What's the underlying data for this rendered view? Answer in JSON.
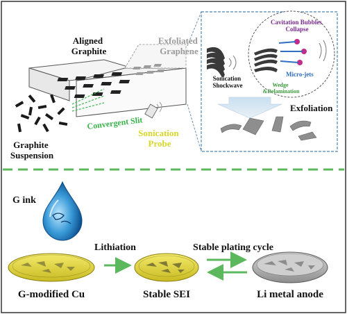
{
  "top_panel": {
    "aligned_graphite": [
      "Aligned",
      "Graphite"
    ],
    "exfoliated_graphene": [
      "Exfoliated",
      "Graphene"
    ],
    "graphite_suspension": [
      "Graphite",
      "Suspension"
    ],
    "convergent_slit": "Convergent Slit",
    "sonication_probe": [
      "Sonication",
      "Probe"
    ],
    "sonication_shockwave": [
      "Sonication",
      "Shockwave"
    ],
    "cavitation": [
      "Cavitation Bubbles",
      "Collapse"
    ],
    "micro_jets": "Micro-jets",
    "wedge": [
      "Wedge",
      "&Delamination"
    ],
    "exfoliation": "Exfoliation"
  },
  "bottom_panel": {
    "g_ink": "G ink",
    "lithiation": "Lithiation",
    "stable_plating_cycle": "Stable plating cycle",
    "g_modified_cu": "G-modified Cu",
    "stable_sei": "Stable SEI",
    "li_metal_anode": "Li metal anode"
  },
  "colors": {
    "green_text": "#39b54a",
    "yellow_text": "#d9d62a",
    "gray_text": "#9a9a9a",
    "cavitation_text": "#7a2a90",
    "micro_jets_text": "#2f6fc0",
    "wedge_text": "#3a9a3a",
    "dash_green": "#5cb85c",
    "disc_yellow": "#e3d84a",
    "disc_gray": "#b9b9b9"
  }
}
